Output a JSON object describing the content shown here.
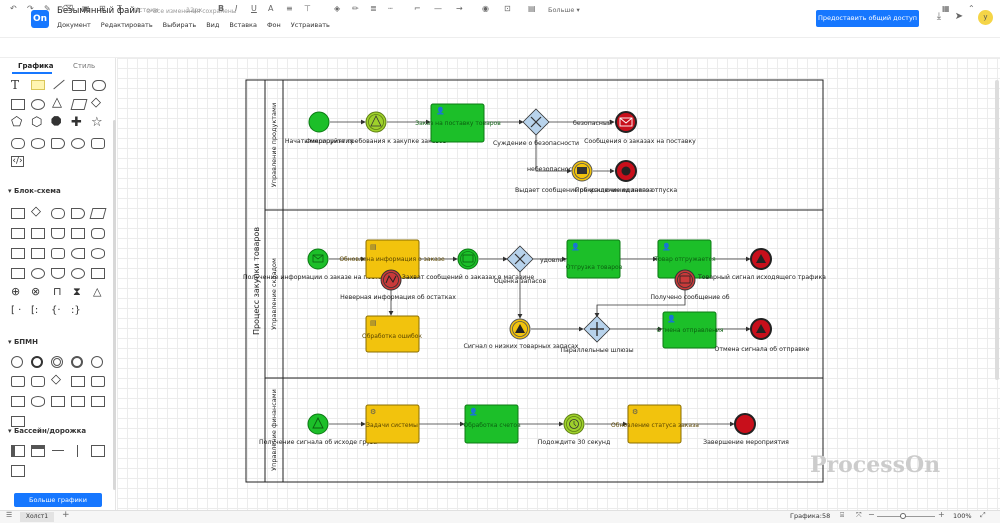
{
  "app": {
    "logo": "On",
    "title": "Безымянный файл",
    "saved_status": "Все изменения сохранены",
    "share_label": "Предоставить общий доступ",
    "avatar": "y"
  },
  "menu": [
    "Документ",
    "Редактировать",
    "Выбирать",
    "Вид",
    "Вставка",
    "Фон",
    "Устраивать"
  ],
  "toolbar": {
    "font": "Истоки",
    "size": "12px",
    "more": "Больше"
  },
  "sidebar": {
    "tab_graphics": "Графика",
    "tab_style": "Стиль",
    "section_flow": "Блок-схема",
    "section_bpmn": "БПМН",
    "section_pool": "Бассейн/дорожка",
    "more_button": "Больше графики"
  },
  "bottom": {
    "page_tab": "Холст1",
    "add": "+",
    "shapes_count": "Графика:58",
    "zoom": "100%"
  },
  "watermark": "ProcessOn",
  "diagram": {
    "pool_title": "Процесс закупки товаров",
    "lanes": [
      "Управление продуктами",
      "Управление складом",
      "Управление финансами"
    ],
    "lane1": {
      "start": "Начать мероприятия",
      "event2": "Фиксируйте требования к закупке заказов",
      "task1": "Заказ на поставку товаров",
      "gateway": "Суждение о безопасности",
      "safe": "безопасный",
      "unsafe": "небезопасность",
      "end_msg": "Сообщения о заказах на поставку",
      "throw_msg": "Выдает сообщение об исключении заказа",
      "terminate": "Прекращение единого отпуска"
    },
    "lane2": {
      "start": "Получение информации о заказе на поставку",
      "task1": "Обновлена информация о заказе",
      "error": "Неверная информация об остатках",
      "task_err": "Обработка ошибок",
      "msg": "Захват сообщений о заказах в магазине",
      "gateway": "Оценка запасов",
      "satisfied": "удовлетворять",
      "task2": "Отгрузка товаров",
      "task3": "Товар отгружается",
      "end1": "Товарный сигнал исходящего трафика",
      "msg_recv": "Получено сообщение об",
      "low_stock": "Сигнал о низких товарных запасах",
      "parallel": "Параллельные шлюзы",
      "task4": "Отмена отправления",
      "end2": "Отмена сигнала об отправке"
    },
    "lane3": {
      "start": "Получение сигнала об исходе груза",
      "task1": "Задачи системы",
      "task2": "Обработка счетов",
      "timer": "Подождите 30 секунд",
      "task3": "Обновление статуса заказа",
      "end": "Завершение мероприятия"
    }
  }
}
